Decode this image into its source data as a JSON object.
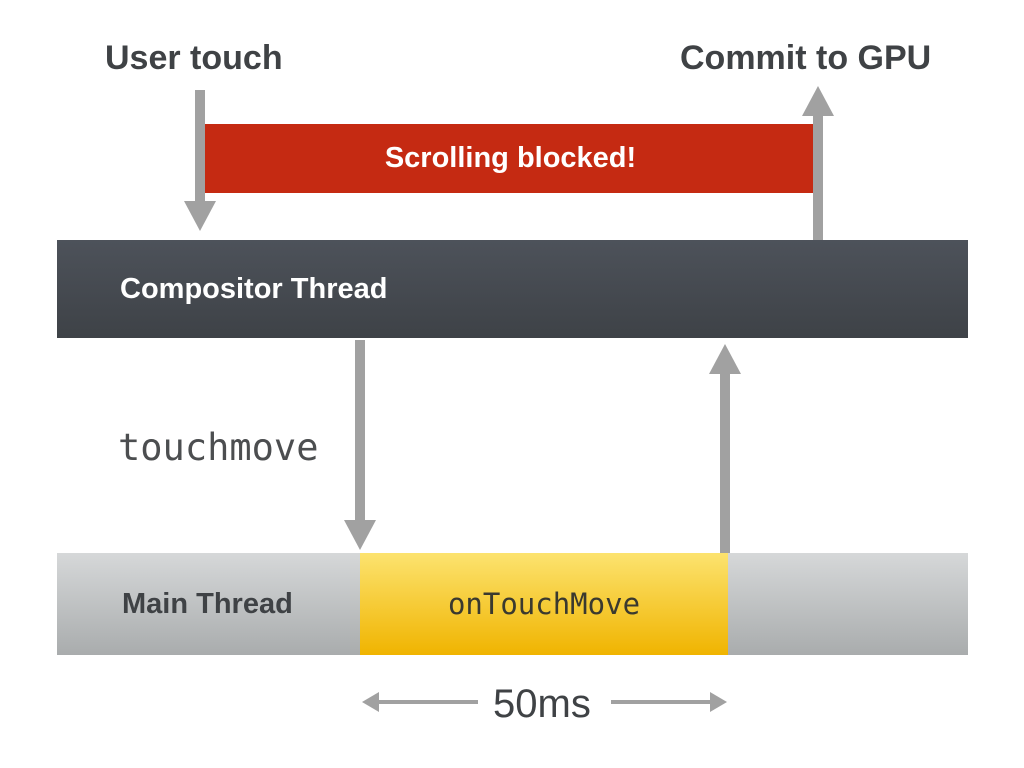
{
  "diagram": {
    "labels": {
      "user_touch": "User touch",
      "commit_to_gpu": "Commit to GPU"
    },
    "banner": {
      "label": "Scrolling blocked!",
      "color": "#c52a12"
    },
    "compositor_thread": {
      "label": "Compositor Thread",
      "color_top": "#4d525a",
      "color_bottom": "#3e4247"
    },
    "event": {
      "label": "touchmove"
    },
    "main_thread": {
      "label": "Main Thread",
      "color_top": "#d6d8d9",
      "color_bottom": "#a9acad"
    },
    "task": {
      "label": "onTouchMove",
      "color_top": "#fce36f",
      "color_bottom": "#f0b400"
    },
    "duration": {
      "label": "50ms"
    },
    "arrow_color": "#a1a1a1"
  }
}
